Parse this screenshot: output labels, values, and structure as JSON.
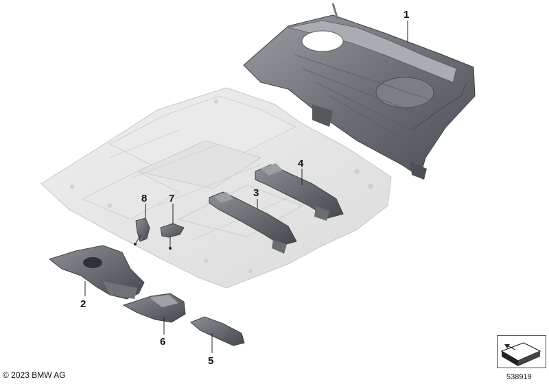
{
  "diagram": {
    "callouts": [
      {
        "id": "1",
        "label": "1"
      },
      {
        "id": "2",
        "label": "2"
      },
      {
        "id": "3",
        "label": "3"
      },
      {
        "id": "4",
        "label": "4"
      },
      {
        "id": "5",
        "label": "5"
      },
      {
        "id": "6",
        "label": "6"
      },
      {
        "id": "7",
        "label": "7"
      },
      {
        "id": "8",
        "label": "8"
      }
    ],
    "copyright": "© 2023 BMW AG",
    "reference_number": "538919",
    "colors": {
      "part_dark": "#5a5d63",
      "part_mid": "#8a8d92",
      "part_light": "#b8babd",
      "floor_light": "#e6e6e6",
      "floor_edge": "#c9c9c9"
    }
  }
}
